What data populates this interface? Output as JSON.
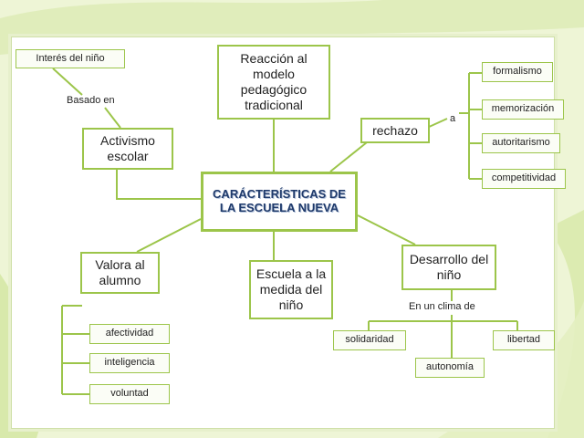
{
  "center": "CARÁCTERÍSTICAS DE LA ESCUELA NUEVA",
  "nodes": {
    "reaccion": "Reacción al modelo pedagógico tradicional",
    "rechazo": "rechazo",
    "activismo": "Activismo escolar",
    "interes": "Interés del niño",
    "valora": "Valora al alumno",
    "escuela_medida": "Escuela a la medida del niño",
    "desarrollo": "Desarrollo del niño"
  },
  "connectors": {
    "basado_en": "Basado en",
    "a": "a",
    "en_un_clima": "En un clima de"
  },
  "rechazo_items": [
    "formalismo",
    "memorización",
    "autoritarismo",
    "competitividad"
  ],
  "valora_items": [
    "afectividad",
    "inteligencia",
    "voluntad"
  ],
  "clima_items": [
    "solidaridad",
    "autonomía",
    "libertad"
  ],
  "colors": {
    "border": "#9cc54a",
    "line": "#9cc54a",
    "center_text": "#1f3a6b",
    "background": "#eef5d6"
  }
}
